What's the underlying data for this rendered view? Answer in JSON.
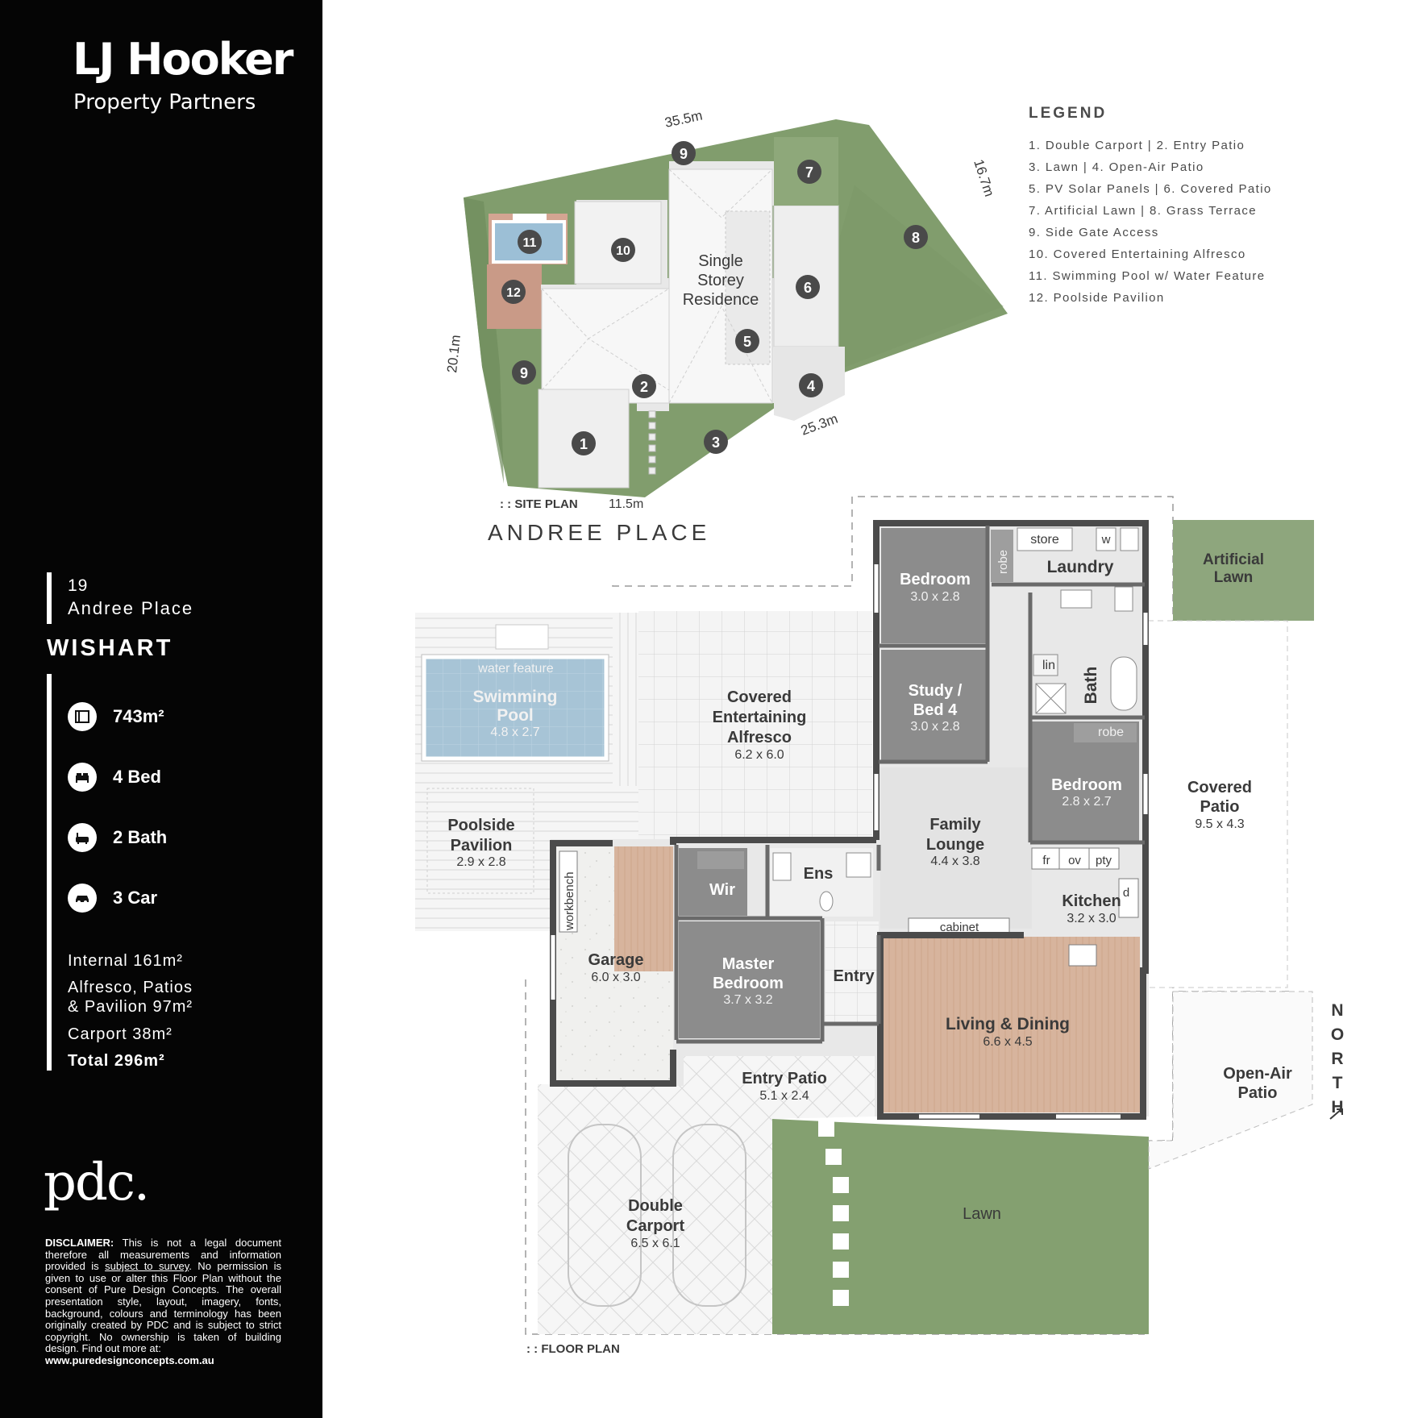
{
  "brand": {
    "line1": "LJ Hooker",
    "line2": "Property Partners"
  },
  "property": {
    "number": "19",
    "street": "Andree Place",
    "suburb": "WISHART"
  },
  "features": [
    {
      "icon": "land-icon",
      "text": "743m²"
    },
    {
      "icon": "bed-icon",
      "text": "4 Bed"
    },
    {
      "icon": "bath-icon",
      "text": "2 Bath"
    },
    {
      "icon": "car-icon",
      "text": "3 Car"
    }
  ],
  "areas": {
    "internal": "Internal 161m²",
    "alfresco_1": "Alfresco, Patios",
    "alfresco_2": "& Pavilion 97m²",
    "carport": "Carport 38m²",
    "total": "Total 296m²"
  },
  "pdc_logo": "pdc.",
  "disclaimer": {
    "label": "DISCLAIMER:",
    "part1": " This is not a legal document therefore all measurements and information provided is ",
    "underlined": "subject to survey",
    "part2": ". No permission is given to use or alter this Floor Plan without the consent of Pure Design Concepts. The overall presentation style, layout, imagery, fonts, background, colours and terminology has been originally created by PDC and is subject to strict copyright. No ownership is taken of building design. Find out more at:",
    "url": "www.puredesignconcepts.com.au"
  },
  "legend": {
    "title": "LEGEND",
    "items": [
      "1. Double Carport  |  2. Entry Patio",
      "3. Lawn  |  4. Open-Air Patio",
      "5. PV Solar Panels  |  6. Covered Patio",
      "7. Artificial Lawn  |  8. Grass Terrace",
      "9. Side Gate Access",
      "10. Covered Entertaining Alfresco",
      "11. Swimming Pool w/ Water Feature",
      "12. Poolside Pavilion"
    ]
  },
  "site_plan": {
    "caption": ": : SITE PLAN",
    "street_name": "ANDREE PLACE",
    "dim_top": "35.5m",
    "dim_right": "16.7m",
    "dim_left": "20.1m",
    "dim_bottom_right": "25.3m",
    "dim_bottom": "11.5m",
    "residence_1": "Single",
    "residence_2": "Storey",
    "residence_3": "Residence",
    "markers": [
      "1",
      "2",
      "3",
      "4",
      "5",
      "6",
      "7",
      "8",
      "9",
      "9",
      "10",
      "11",
      "12"
    ]
  },
  "floor_plan": {
    "caption": ": : FLOOR PLAN",
    "north_letters": [
      "N",
      "O",
      "R",
      "T",
      "H"
    ],
    "rooms": {
      "bedroom_a": {
        "name": "Bedroom",
        "size": "3.0 x 2.8"
      },
      "robe_a": "robe",
      "store": "store",
      "w": "w",
      "laundry": "Laundry",
      "artificial_lawn_1": "Artificial",
      "artificial_lawn_2": "Lawn",
      "study_1": "Study /",
      "study_2": "Bed 4",
      "study_size": "3.0 x 2.8",
      "lin": "lin",
      "bath": "Bath",
      "robe_b": "robe",
      "bedroom_b": {
        "name": "Bedroom",
        "size": "2.8 x 2.7"
      },
      "alfresco_1": "Covered",
      "alfresco_2": "Entertaining",
      "alfresco_3": "Alfresco",
      "alfresco_size": "6.2 x 6.0",
      "water_feature": "water feature",
      "pool_1": "Swimming",
      "pool_2": "Pool",
      "pool_size": "4.8 x 2.7",
      "pavilion_1": "Poolside",
      "pavilion_2": "Pavilion",
      "pavilion_size": "2.9 x 2.8",
      "covered_patio_1": "Covered",
      "covered_patio_2": "Patio",
      "covered_patio_size": "9.5 x 4.3",
      "family_1": "Family",
      "family_2": "Lounge",
      "family_size": "4.4 x 3.8",
      "fr": "fr",
      "ov": "ov",
      "pty": "pty",
      "d": "d",
      "kitchen": "Kitchen",
      "kitchen_size": "3.2 x 3.0",
      "cabinet": "cabinet",
      "wir": "Wir",
      "ens": "Ens",
      "workbench": "workbench",
      "garage": "Garage",
      "garage_size": "6.0 x 3.0",
      "master_1": "Master",
      "master_2": "Bedroom",
      "master_size": "3.7 x 3.2",
      "entry": "Entry",
      "living": "Living & Dining",
      "living_size": "6.6 x 4.5",
      "entry_patio": "Entry Patio",
      "entry_patio_size": "5.1 x 2.4",
      "open_air_1": "Open-Air",
      "open_air_2": "Patio",
      "carport_1": "Double",
      "carport_2": "Carport",
      "carport_size": "6.5 x 6.1",
      "lawn": "Lawn"
    }
  },
  "colors": {
    "sidebar_bg": "#050505",
    "grass": "#7f9a6b",
    "room_dark": "#8b8b8b",
    "wall": "#4a4a4a",
    "timber": "#d9b8a2",
    "pool": "#a9c6d8",
    "marker": "#4a4a4a"
  }
}
